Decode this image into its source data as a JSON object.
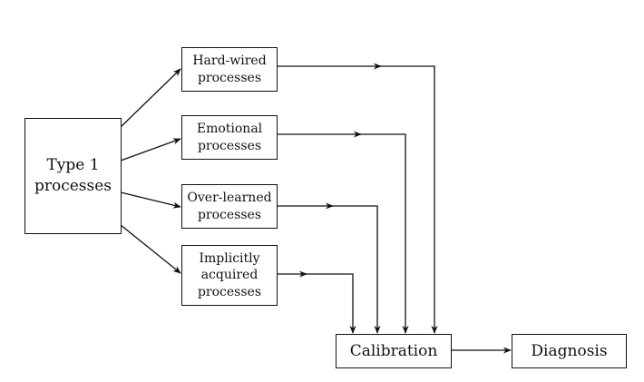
{
  "diagram": {
    "type1": "Type 1\nprocesses",
    "processes": [
      "Hard-wired\nprocesses",
      "Emotional\nprocesses",
      "Over-learned\nprocesses",
      "Implicitly\nacquired\nprocesses"
    ],
    "calibration": "Calibration",
    "diagnosis": "Diagnosis"
  }
}
